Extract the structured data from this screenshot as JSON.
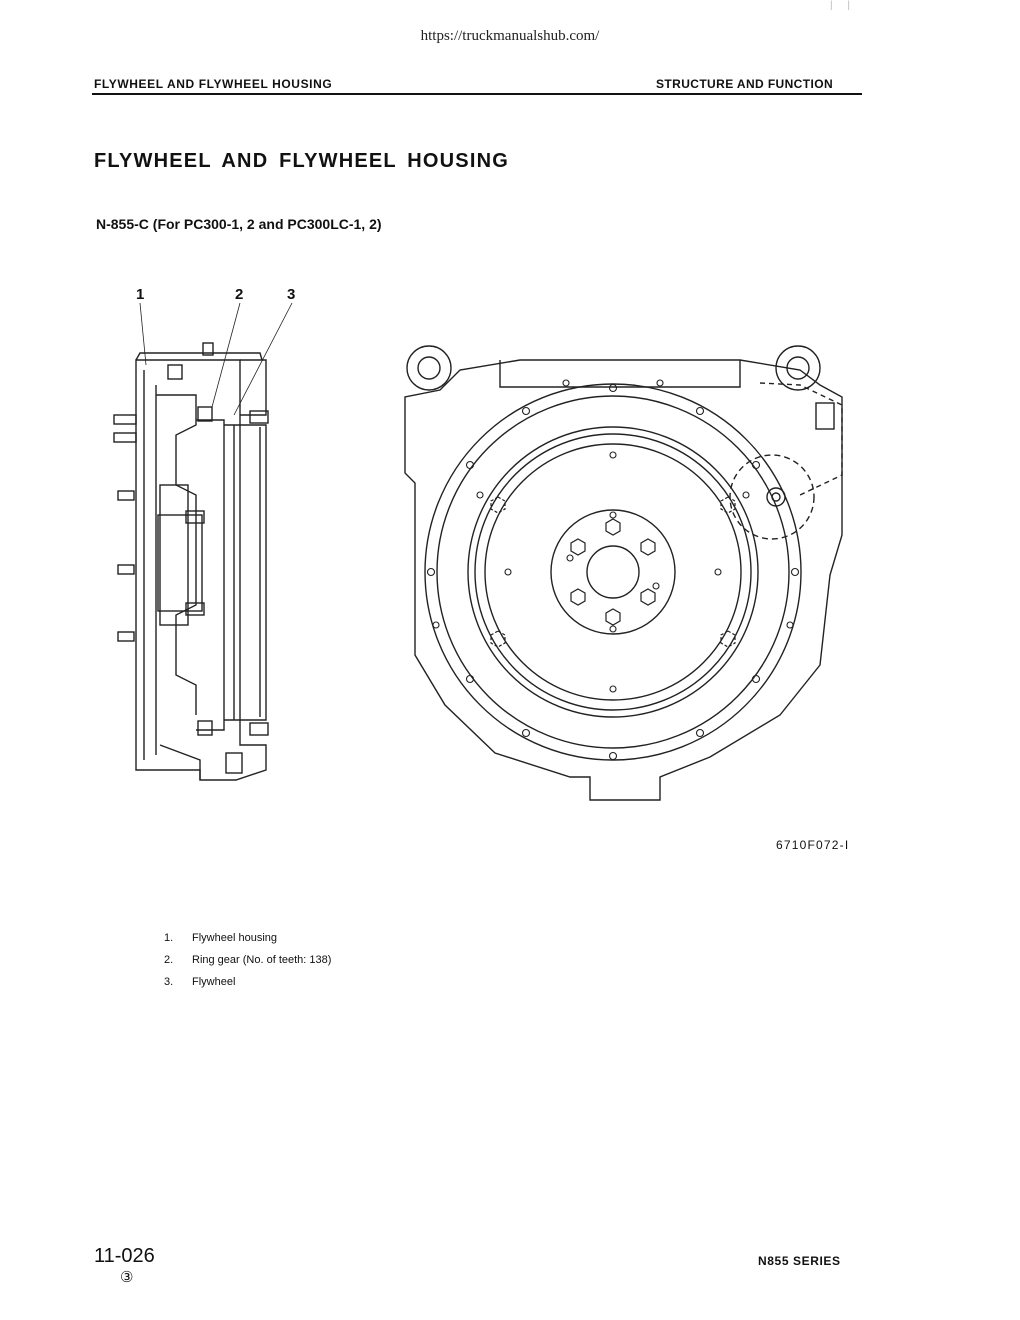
{
  "url": "https://truckmanualshub.com/",
  "header": {
    "left": "FLYWHEEL AND FLYWHEEL HOUSING",
    "right": "STRUCTURE AND FUNCTION"
  },
  "title": "FLYWHEEL AND FLYWHEEL HOUSING",
  "subtitle": "N-855-C (For PC300-1, 2 and PC300LC-1, 2)",
  "figure": {
    "callouts": [
      "1",
      "2",
      "3"
    ],
    "code": "6710F072-I"
  },
  "legend": [
    {
      "num": "1.",
      "text": "Flywheel housing"
    },
    {
      "num": "2.",
      "text": "Ring gear  (No. of teeth: 138)"
    },
    {
      "num": "3.",
      "text": "Flywheel"
    }
  ],
  "footer": {
    "page": "11-026",
    "revision": "③",
    "series": "N855 SERIES"
  },
  "corner_marks": "| |"
}
